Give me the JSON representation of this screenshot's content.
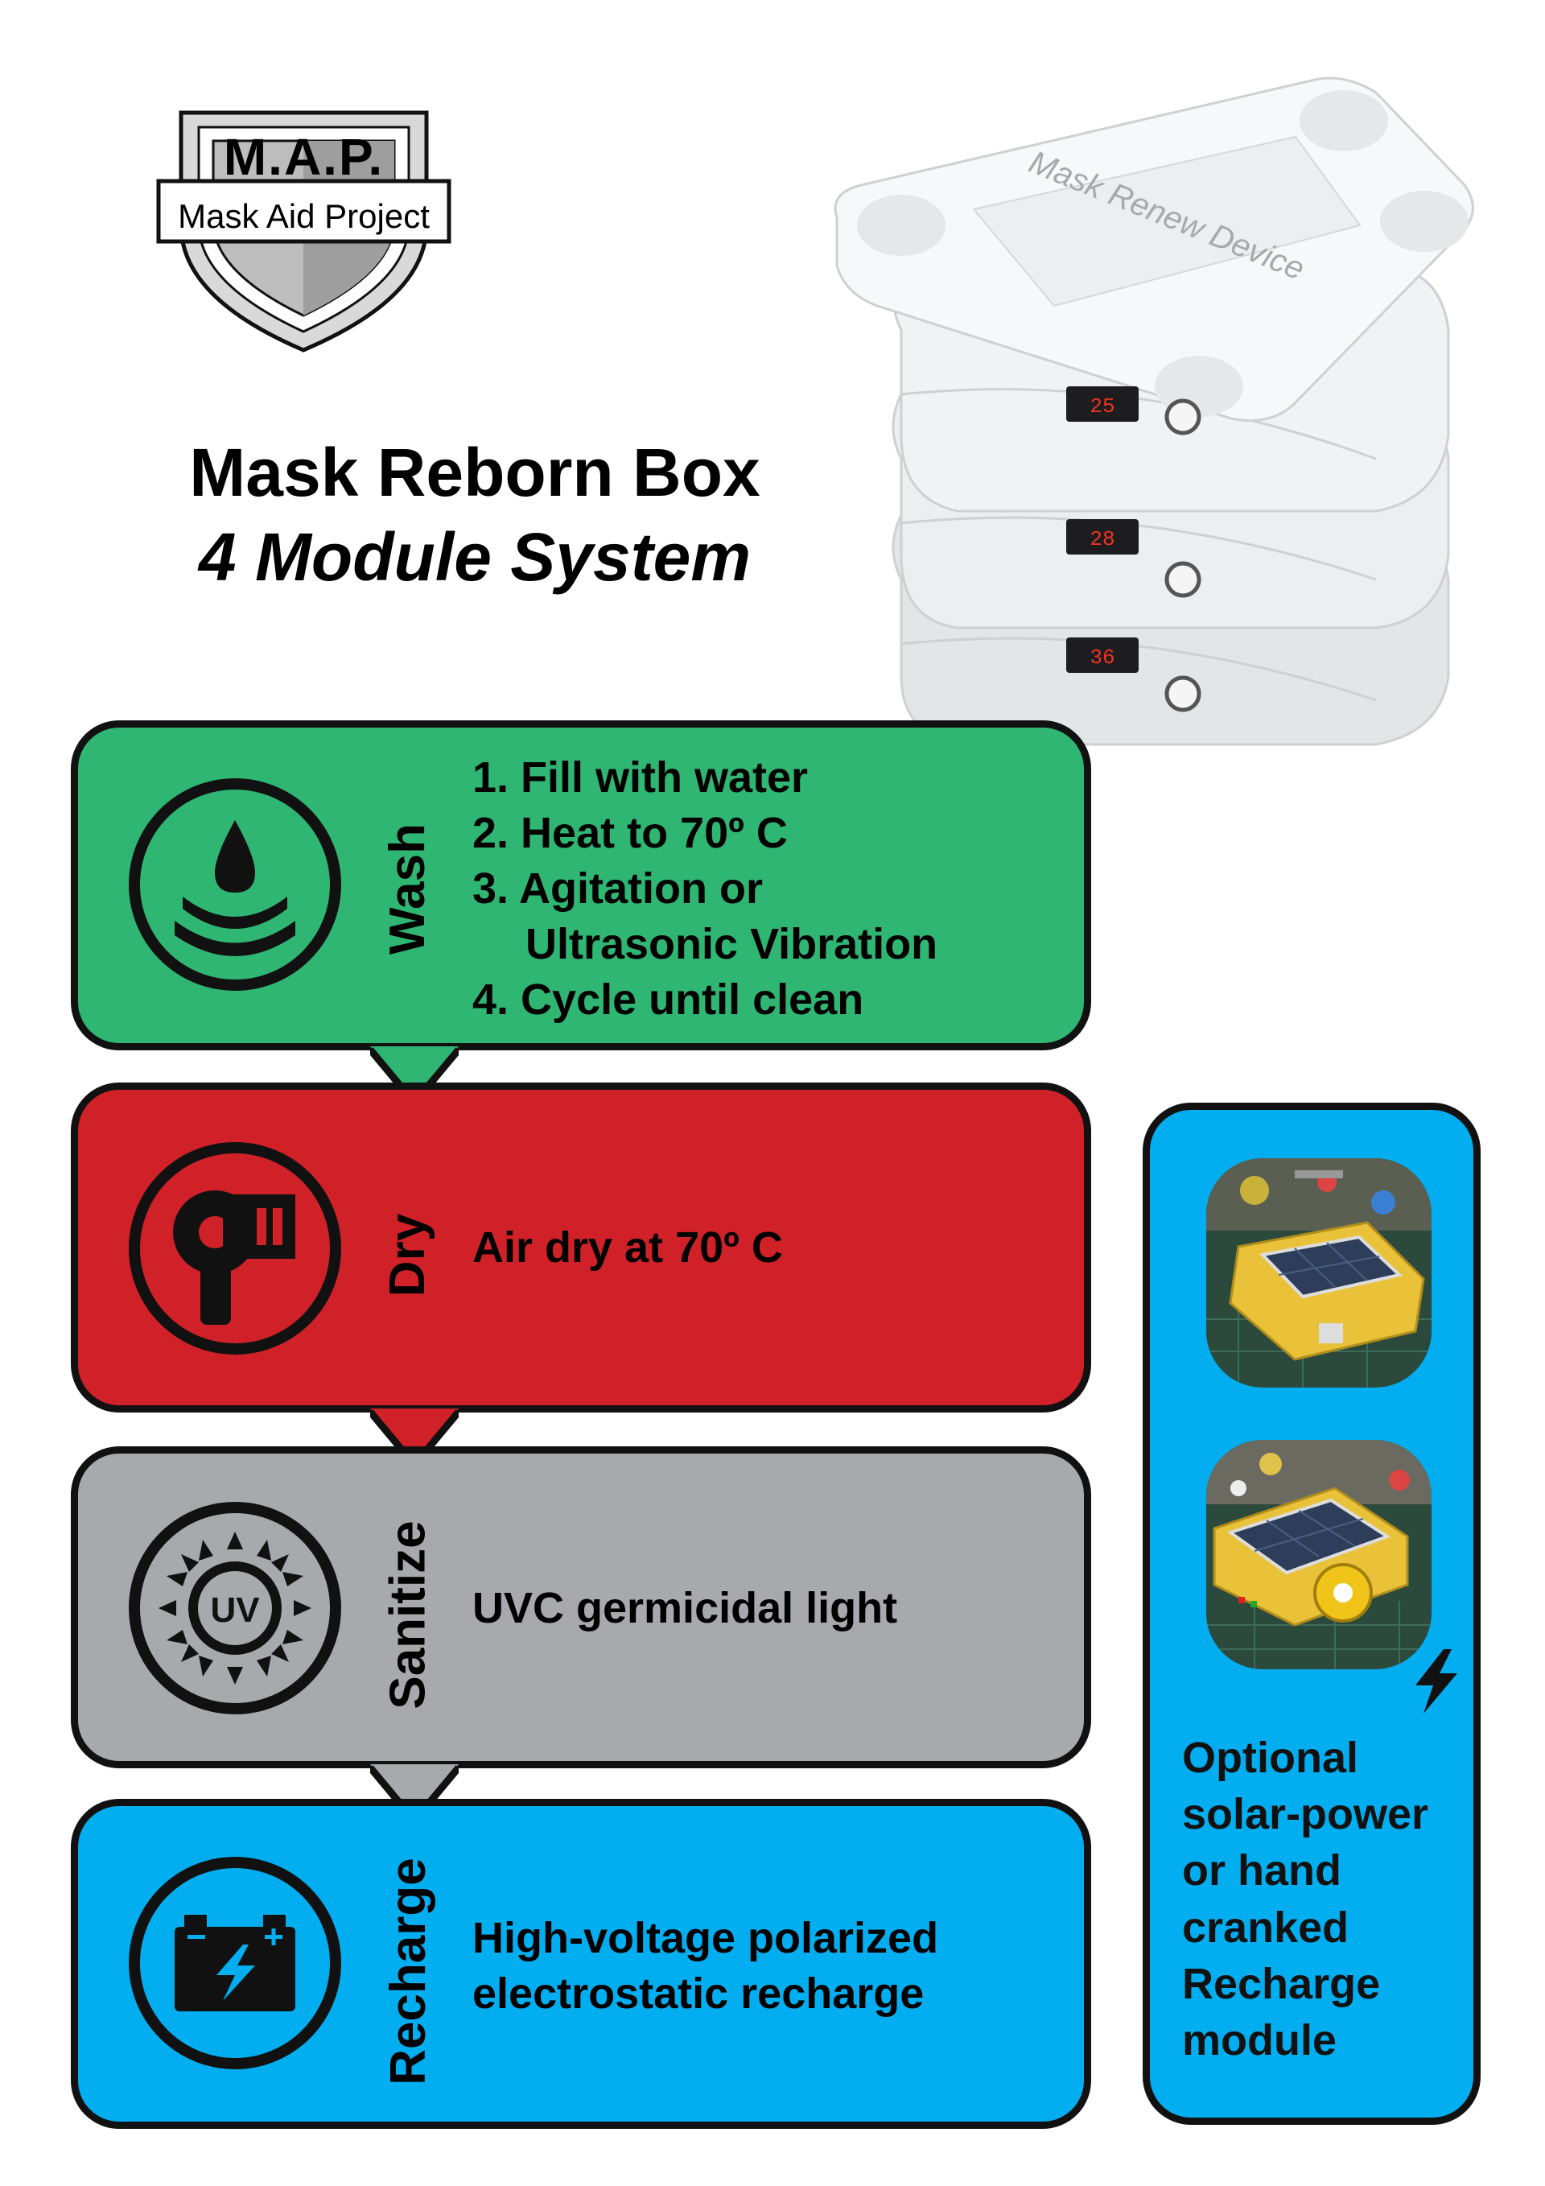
{
  "logo": {
    "abbrev": "M.A.P.",
    "name": "Mask Aid Project"
  },
  "title": {
    "main": "Mask Reborn Box",
    "sub": "4 Module System"
  },
  "device": {
    "label": "Mask Renew Device",
    "displays": [
      "25",
      "28",
      "36"
    ]
  },
  "modules": {
    "wash": {
      "label": "Wash",
      "steps": [
        "1. Fill with water",
        "2. Heat to 70º C",
        "3. Agitation or",
        "Ultrasonic Vibration",
        "4. Cycle until clean"
      ],
      "color": "#2fb673"
    },
    "dry": {
      "label": "Dry",
      "text": "Air dry at 70º C",
      "color": "#d12128"
    },
    "sanitize": {
      "label": "Sanitize",
      "text": "UVC germicidal light",
      "icon_text": "UV",
      "color": "#a8a9ad"
    },
    "recharge": {
      "label": "Recharge",
      "text_line1": "High-voltage polarized",
      "text_line2": "electrostatic recharge",
      "color": "#02aeef"
    }
  },
  "side_panel": {
    "lines": [
      "Optional",
      "solar-power",
      "or hand",
      "cranked",
      "Recharge",
      "module"
    ]
  }
}
